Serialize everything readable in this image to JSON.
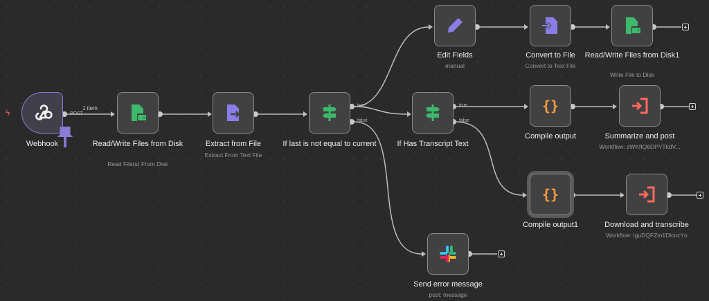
{
  "colors": {
    "canvas": "#2a2a2a",
    "node": "#414141",
    "node_border": "#8a8a8a",
    "trigger_border": "#8b7ad6",
    "edge": "#bdbdbd",
    "green_icon": "#3db96b",
    "purple_icon": "#8b7de8",
    "orange_icon": "#ff9b3d",
    "red_icon": "#ff6a5c"
  },
  "nodes": {
    "webhook": {
      "title": "Webhook",
      "icon": "webhook-icon",
      "edge_label": "1 item",
      "port_label": "POST"
    },
    "read_files": {
      "title": "Read/Write Files from Disk",
      "subtitle": "Read File(s) From Disk",
      "icon": "file-disk-icon"
    },
    "extract": {
      "title": "Extract from File",
      "subtitle": "Extract From Text File",
      "icon": "extract-file-icon"
    },
    "if_last": {
      "title": "If last is not equal to current",
      "icon": "signpost-icon",
      "true_label": "true",
      "false_label": "false"
    },
    "edit_fields": {
      "title": "Edit Fields",
      "subtitle": "manual",
      "icon": "pencil-icon"
    },
    "convert": {
      "title": "Convert to File",
      "subtitle": "Convert to Text File",
      "icon": "convert-file-icon"
    },
    "write_files": {
      "title": "Read/Write Files from Disk1",
      "subtitle": "Write File to Disk",
      "icon": "file-disk-icon"
    },
    "if_transcript": {
      "title": "If Has Transcript Text",
      "icon": "signpost-icon",
      "true_label": "true",
      "false_label": "false"
    },
    "compile": {
      "title": "Compile output",
      "icon": "code-braces-icon"
    },
    "summarize": {
      "title": "Summarize and post",
      "subtitle": "Workflow: zWKfIQ6DPYTkdV...",
      "icon": "execute-workflow-icon"
    },
    "compile1": {
      "title": "Compile output1",
      "icon": "code-braces-icon"
    },
    "download": {
      "title": "Download and transcribe",
      "subtitle": "Workflow: iguDQFZm1DlcncYn",
      "icon": "execute-workflow-icon"
    },
    "slack": {
      "title": "Send error message",
      "subtitle": "post: message",
      "icon": "slack-icon"
    }
  }
}
